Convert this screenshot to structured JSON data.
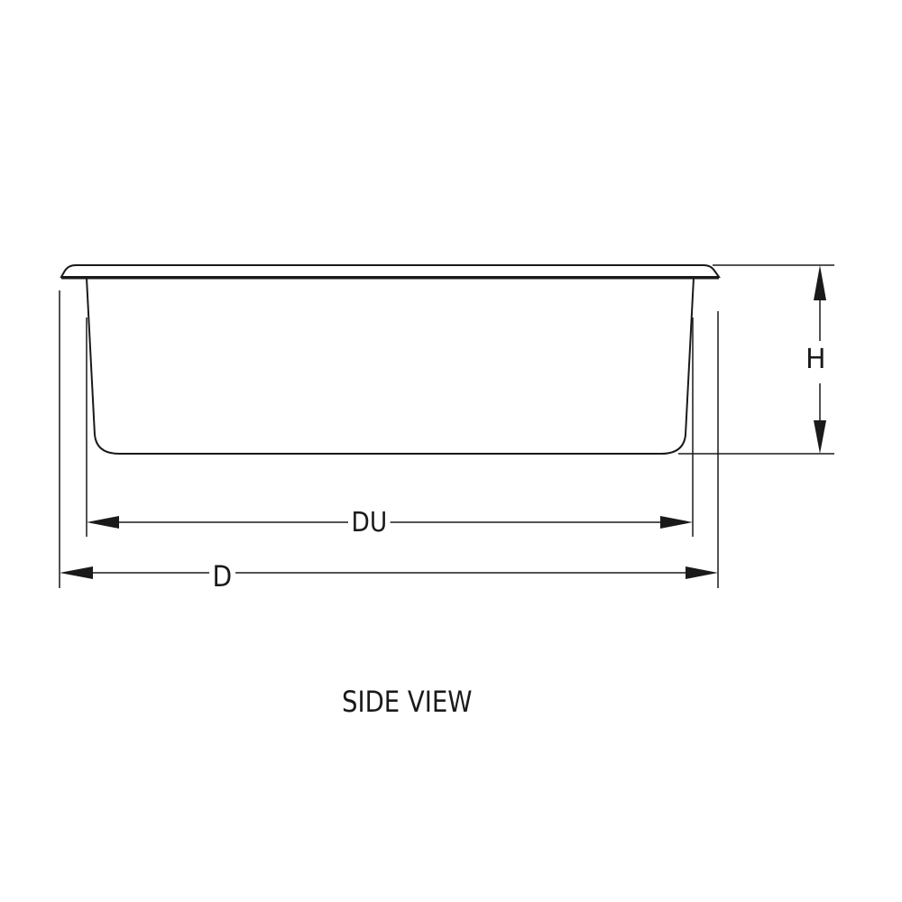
{
  "diagram": {
    "view_title": "SIDE VIEW",
    "dimensions": {
      "height_label": "H",
      "inner_width_label": "DU",
      "overall_width_label": "D"
    },
    "colors": {
      "line": "#1a1a1a",
      "background": "#ffffff"
    }
  }
}
